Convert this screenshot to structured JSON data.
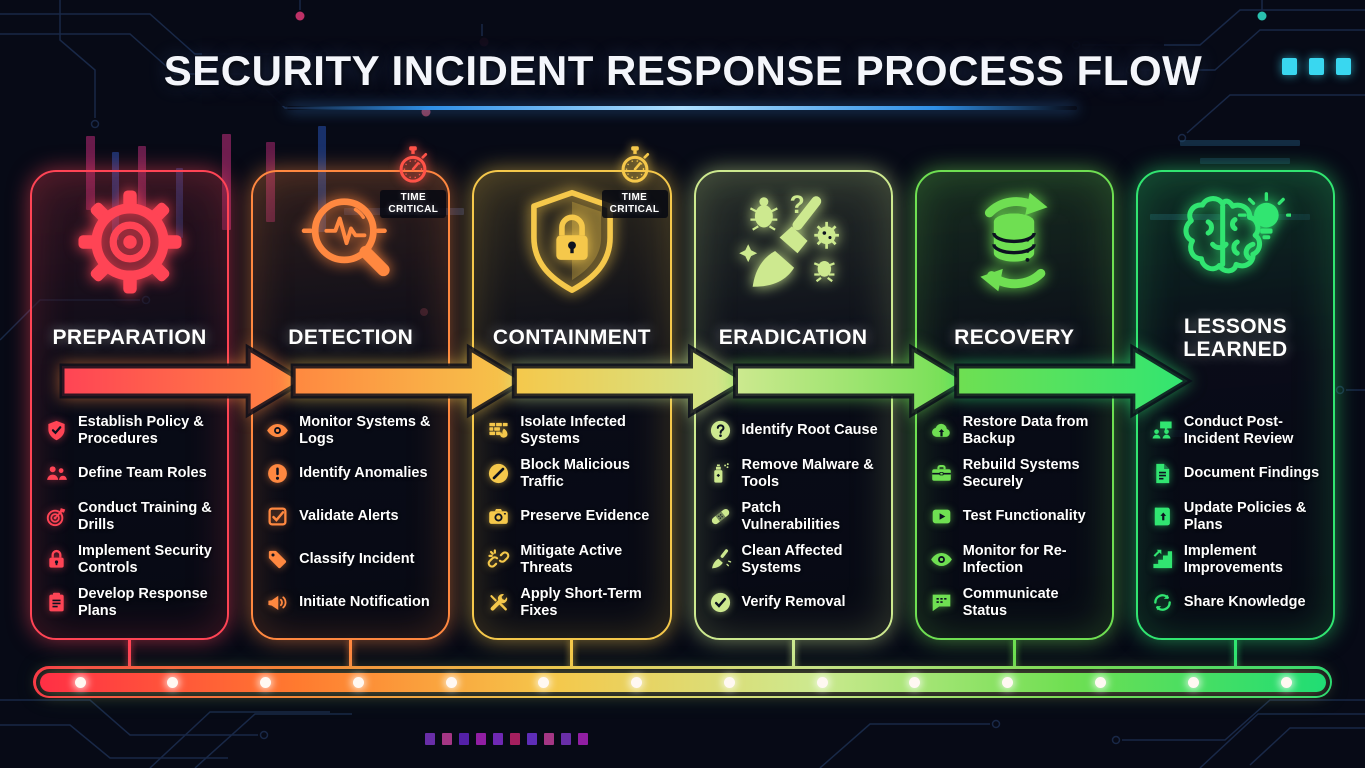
{
  "title": "SECURITY INCIDENT RESPONSE PROCESS FLOW",
  "time_critical_label": "TIME CRITICAL",
  "stages": [
    {
      "name": "PREPARATION",
      "color": "#ff4455",
      "icon": "gear-icon",
      "time_critical": false,
      "items": [
        {
          "icon": "shield-check-icon",
          "label": "Establish Policy & Procedures"
        },
        {
          "icon": "team-icon",
          "label": "Define Team Roles"
        },
        {
          "icon": "target-icon",
          "label": "Conduct Training & Drills"
        },
        {
          "icon": "lock-icon",
          "label": "Implement Security Controls"
        },
        {
          "icon": "clipboard-icon",
          "label": "Develop Response Plans"
        }
      ]
    },
    {
      "name": "DETECTION",
      "color": "#ff8840",
      "badge_color": "#ff5348",
      "icon": "magnifier-pulse-icon",
      "time_critical": true,
      "items": [
        {
          "icon": "eye-icon",
          "label": "Monitor Systems & Logs"
        },
        {
          "icon": "alert-icon",
          "label": "Identify Anomalies"
        },
        {
          "icon": "checkbox-icon",
          "label": "Validate Alerts"
        },
        {
          "icon": "tag-icon",
          "label": "Classify Incident"
        },
        {
          "icon": "megaphone-icon",
          "label": "Initiate Notification"
        }
      ]
    },
    {
      "name": "CONTAINMENT",
      "color": "#f5c84b",
      "badge_color": "#f5c84b",
      "icon": "shield-lock-icon",
      "time_critical": true,
      "items": [
        {
          "icon": "firewall-icon",
          "label": "Isolate Infected Systems"
        },
        {
          "icon": "block-icon",
          "label": "Block Malicious Traffic"
        },
        {
          "icon": "camera-icon",
          "label": "Preserve Evidence"
        },
        {
          "icon": "broken-link-icon",
          "label": "Mitigate Active Threats"
        },
        {
          "icon": "tools-icon",
          "label": "Apply Short-Term Fixes"
        }
      ]
    },
    {
      "name": "ERADICATION",
      "color": "#cde98f",
      "icon": "broom-bugs-icon",
      "time_critical": false,
      "items": [
        {
          "icon": "question-icon",
          "label": "Identify Root Cause"
        },
        {
          "icon": "spray-icon",
          "label": "Remove Malware & Tools"
        },
        {
          "icon": "bandage-icon",
          "label": "Patch Vulnerabilities"
        },
        {
          "icon": "broom-icon",
          "label": "Clean Affected Systems"
        },
        {
          "icon": "check-circle-icon",
          "label": "Verify Removal"
        }
      ]
    },
    {
      "name": "RECOVERY",
      "color": "#6fdf52",
      "icon": "database-refresh-icon",
      "time_critical": false,
      "items": [
        {
          "icon": "cloud-upload-icon",
          "label": "Restore Data from Backup"
        },
        {
          "icon": "toolbox-icon",
          "label": "Rebuild Systems Securely"
        },
        {
          "icon": "play-icon",
          "label": "Test Functionality"
        },
        {
          "icon": "eye-icon",
          "label": "Monitor for Re-Infection"
        },
        {
          "icon": "chat-icon",
          "label": "Communicate Status"
        }
      ]
    },
    {
      "name": "LESSONS LEARNED",
      "color": "#31e571",
      "icon": "brain-bulb-icon",
      "time_critical": false,
      "items": [
        {
          "icon": "people-chat-icon",
          "label": "Conduct Post-Incident Review"
        },
        {
          "icon": "document-icon",
          "label": "Document Findings"
        },
        {
          "icon": "book-up-icon",
          "label": "Update Policies & Plans"
        },
        {
          "icon": "stairs-icon",
          "label": "Implement Improvements"
        },
        {
          "icon": "refresh-icon",
          "label": "Share Knowledge"
        }
      ]
    }
  ],
  "timeline": {
    "colors": [
      "#ff2f45",
      "#ff7a2f",
      "#f5c84b",
      "#cde98f",
      "#6fdf52",
      "#20dd74"
    ],
    "dot_count": 14
  }
}
